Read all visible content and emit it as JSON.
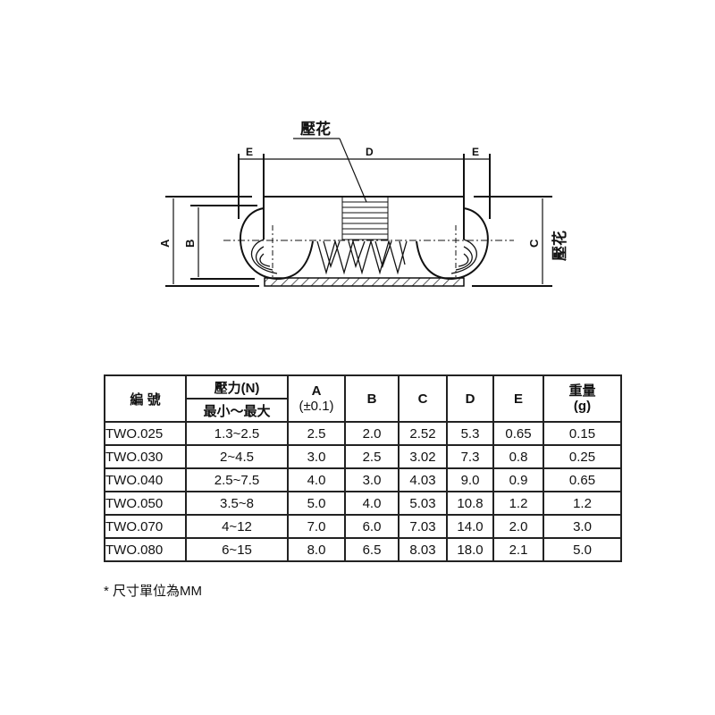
{
  "drawing": {
    "knurl_label": "壓花",
    "knurl_label_side": "壓花",
    "dims": {
      "A": "A",
      "B": "B",
      "C": "C",
      "D": "D",
      "E_left": "E",
      "E_right": "E"
    }
  },
  "table": {
    "header": {
      "id": "編  號",
      "force": "壓力(N)",
      "force_sub": "最小～最大",
      "a": "A",
      "a_tol": "(±0.1)",
      "b": "B",
      "c": "C",
      "d": "D",
      "e": "E",
      "weight": "重量",
      "weight_unit": "(g)"
    },
    "rows": [
      {
        "id": "TWO.025",
        "force": "1.3~2.5",
        "a": "2.5",
        "b": "2.0",
        "c": "2.52",
        "d": "5.3",
        "e": "0.65",
        "w": "0.15"
      },
      {
        "id": "TWO.030",
        "force": "2~4.5",
        "a": "3.0",
        "b": "2.5",
        "c": "3.02",
        "d": "7.3",
        "e": "0.8",
        "w": "0.25"
      },
      {
        "id": "TWO.040",
        "force": "2.5~7.5",
        "a": "4.0",
        "b": "3.0",
        "c": "4.03",
        "d": "9.0",
        "e": "0.9",
        "w": "0.65"
      },
      {
        "id": "TWO.050",
        "force": "3.5~8",
        "a": "5.0",
        "b": "4.0",
        "c": "5.03",
        "d": "10.8",
        "e": "1.2",
        "w": "1.2"
      },
      {
        "id": "TWO.070",
        "force": "4~12",
        "a": "7.0",
        "b": "6.0",
        "c": "7.03",
        "d": "14.0",
        "e": "2.0",
        "w": "3.0"
      },
      {
        "id": "TWO.080",
        "force": "6~15",
        "a": "8.0",
        "b": "6.5",
        "c": "8.03",
        "d": "18.0",
        "e": "2.1",
        "w": "5.0"
      }
    ]
  },
  "footnote": "* 尺寸單位為MM"
}
